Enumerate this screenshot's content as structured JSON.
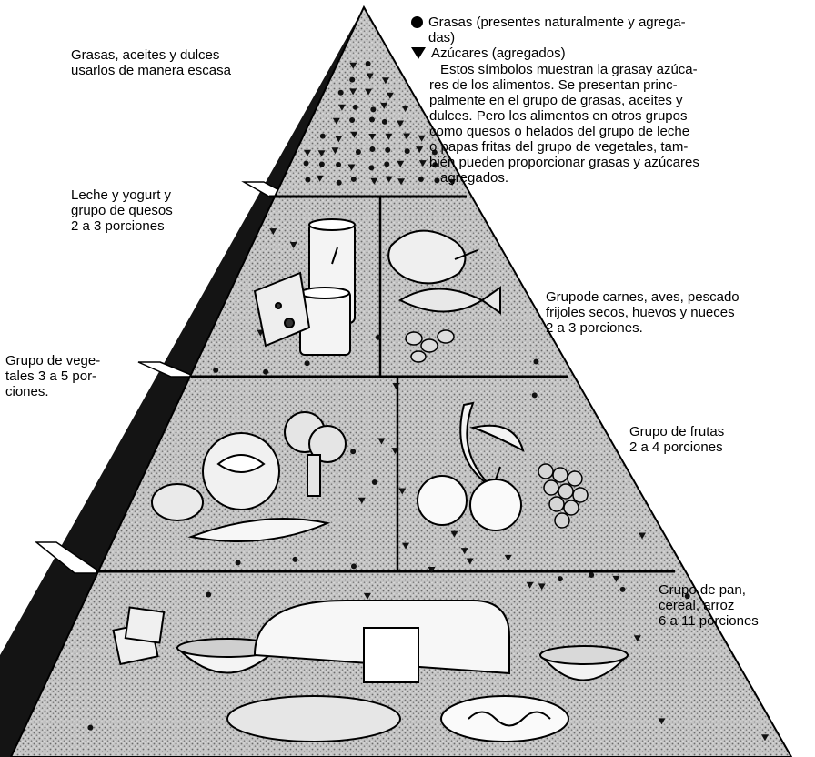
{
  "legend": {
    "fats_symbol": "dot",
    "sugars_symbol": "triangle",
    "fats_lines": [
      "Grasas (presentes naturalmente y agrega-",
      "das)"
    ],
    "sugars_label": "Azúcares (agregados)",
    "note_lines": [
      "Estos símbolos muestran la grasay azúca-",
      "res de los alimentos. Se presentan princ-",
      "palmente en el grupo de grasas, aceites y",
      "dulces. Pero los alimentos en otros grupos",
      "como quesos o helados del grupo de leche",
      "o papas fritas del grupo de vegetales, tam-",
      "bién pueden proporcionar grasas y azúcares",
      "agregados."
    ]
  },
  "groups": {
    "fats": {
      "lines": [
        "Grasas, aceites y dulces",
        "usarlos de manera escasa"
      ]
    },
    "dairy": {
      "lines": [
        "Leche y yogurt y",
        "grupo de quesos",
        "2 a 3 porciones"
      ]
    },
    "meat": {
      "lines": [
        "Grupode carnes, aves, pescado",
        "frijoles secos, huevos y nueces",
        "2 a 3 porciones."
      ]
    },
    "vegetables": {
      "lines": [
        "Grupo de vege-",
        "tales 3 a 5 por-",
        "ciones."
      ]
    },
    "fruits": {
      "lines": [
        "Grupo de frutas",
        "2 a 4 porciones"
      ]
    },
    "grains": {
      "lines": [
        "Grupo de pan,",
        "cereal, arroz",
        "6 a 11 porciones"
      ]
    }
  },
  "colors": {
    "stipple_fill": "#bdbdbd",
    "side_face": "#111111",
    "outline": "#000000"
  }
}
